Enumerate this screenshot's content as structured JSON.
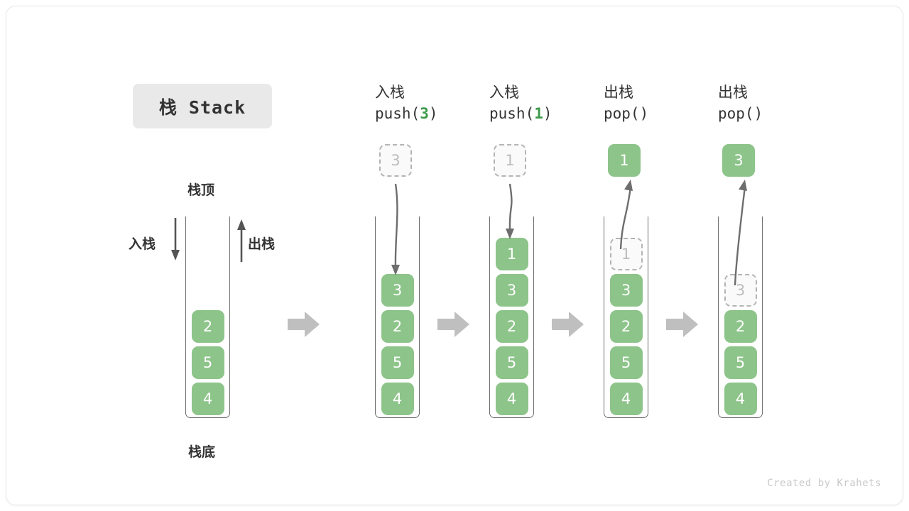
{
  "title_badge": {
    "text": "栈 Stack"
  },
  "left_panel": {
    "top_label": "栈顶",
    "bottom_label": "栈底",
    "push_label": "入栈",
    "pop_label": "出栈",
    "stack_items": [
      "4",
      "5",
      "2"
    ]
  },
  "stages": [
    {
      "op_cn": "入栈",
      "op_code_prefix": "push(",
      "op_arg": "3",
      "op_code_suffix": ")",
      "floating": {
        "value": "3",
        "style": "ghost"
      },
      "arrow": "push-down",
      "stack_items": [
        "4",
        "5",
        "2",
        "3"
      ],
      "ghost_slot": null
    },
    {
      "op_cn": "入栈",
      "op_code_prefix": "push(",
      "op_arg": "1",
      "op_code_suffix": ")",
      "floating": {
        "value": "1",
        "style": "ghost"
      },
      "arrow": "push-down",
      "stack_items": [
        "4",
        "5",
        "2",
        "3",
        "1"
      ],
      "ghost_slot": null
    },
    {
      "op_cn": "出栈",
      "op_code_prefix": "pop(",
      "op_arg": "",
      "op_code_suffix": ")",
      "floating": {
        "value": "1",
        "style": "filled"
      },
      "arrow": "pop-up",
      "stack_items": [
        "4",
        "5",
        "2",
        "3"
      ],
      "ghost_slot": "1"
    },
    {
      "op_cn": "出栈",
      "op_code_prefix": "pop(",
      "op_arg": "",
      "op_code_suffix": ")",
      "floating": {
        "value": "3",
        "style": "filled"
      },
      "arrow": "pop-up",
      "stack_items": [
        "4",
        "5",
        "2"
      ],
      "ghost_slot": "3"
    }
  ],
  "colors": {
    "element_fill": "#8dc48a",
    "element_text": "#ffffff",
    "ghost_border": "#b4b4b4",
    "ghost_text": "#bcbcbc",
    "arrow_gray": "#bfbfbf",
    "curve_arrow": "#6d6d6d",
    "badge_bg": "#e9e9e9",
    "text": "#333333",
    "accent_green": "#3c9a48"
  },
  "credit": "Created by Krahets"
}
